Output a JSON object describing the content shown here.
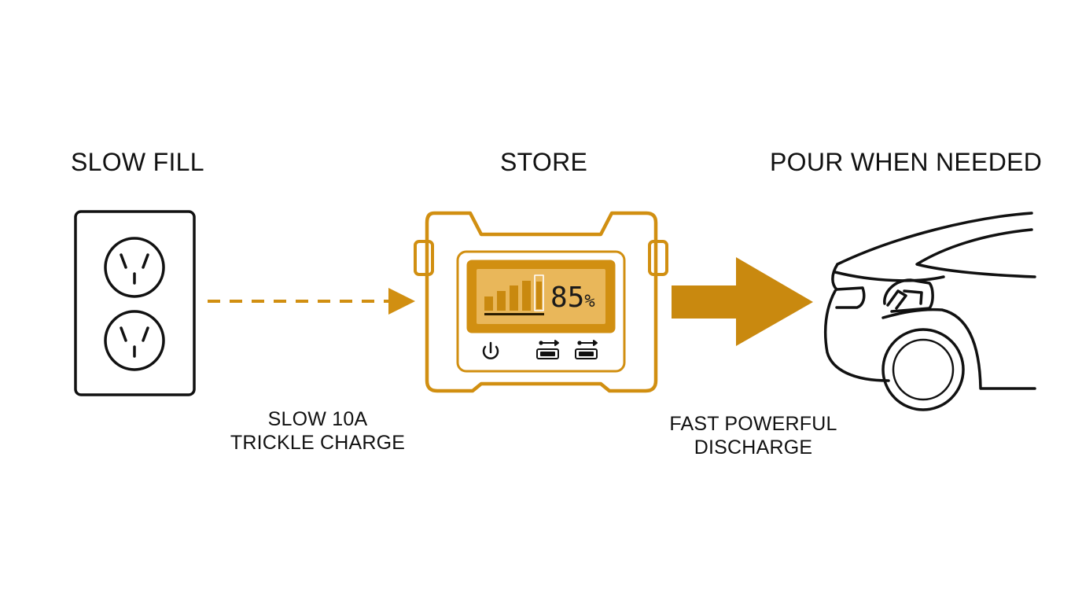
{
  "headings": {
    "slow_fill": "SLOW FILL",
    "store": "STORE",
    "pour": "POUR WHEN NEEDED"
  },
  "captions": {
    "charge_line1": "SLOW 10A",
    "charge_line2": "TRICKLE CHARGE",
    "discharge_line1": "FAST POWERFUL",
    "discharge_line2": "DISCHARGE"
  },
  "battery": {
    "percent": "85",
    "unit": "%"
  },
  "icons": {
    "outlet": "wall-outlet-icon",
    "station": "power-station-icon",
    "car": "electric-car-icon",
    "power": "power-button-icon",
    "usb": "usb-port-icon"
  },
  "colors": {
    "accent": "#D18F11",
    "accent_fill": "#C9890F",
    "lcd_fill": "#E9B75A",
    "line": "#111111",
    "background": "#FFFFFF"
  }
}
